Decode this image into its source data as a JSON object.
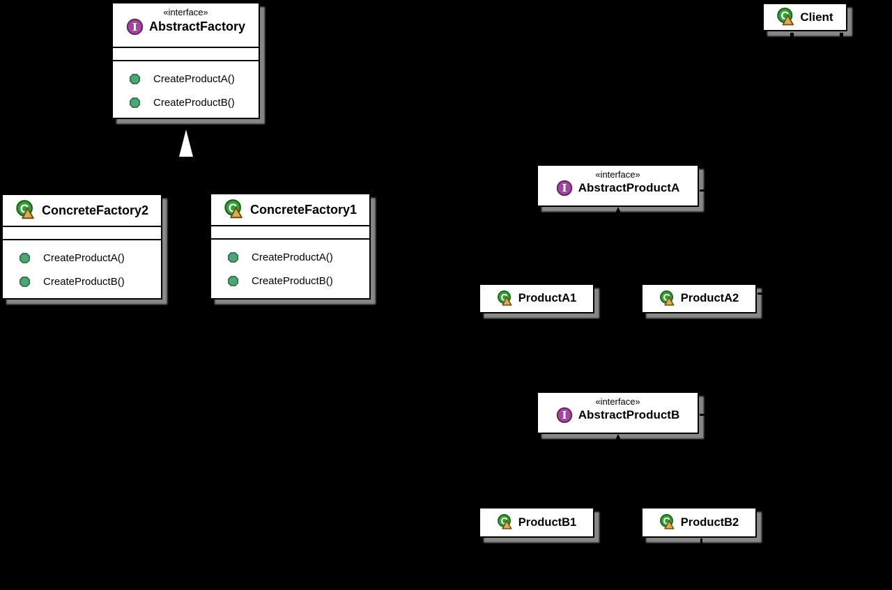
{
  "colors": {
    "canvas_bg": "#000000",
    "box_fill": "#ffffff",
    "box_border": "#000000",
    "box_shadow": "#878787",
    "interface_icon_fill": "#a1479d",
    "interface_icon_border": "#63275f",
    "class_icon_fill": "#35a135",
    "class_icon_border": "#156315",
    "class_icon_badge_fill": "#dcab53",
    "class_icon_badge_border": "#6f4f16",
    "method_icon_fill": "#4da573",
    "method_icon_border": "#1f5f3c",
    "generalization_arrow_fill": "#ffffff"
  },
  "boxes": {
    "abstract_factory": {
      "stereotype": "«interface»",
      "name": "AbstractFactory",
      "methods": [
        "CreateProductA()",
        "CreateProductB()"
      ]
    },
    "concrete_factory2": {
      "name": "ConcreteFactory2",
      "methods": [
        "CreateProductA()",
        "CreateProductB()"
      ]
    },
    "concrete_factory1": {
      "name": "ConcreteFactory1",
      "methods": [
        "CreateProductA()",
        "CreateProductB()"
      ]
    },
    "client": {
      "name": "Client"
    },
    "abstract_product_a": {
      "stereotype": "«interface»",
      "name": "AbstractProductA"
    },
    "product_a1": {
      "name": "ProductA1"
    },
    "product_a2": {
      "name": "ProductA2"
    },
    "abstract_product_b": {
      "stereotype": "«interface»",
      "name": "AbstractProductB"
    },
    "product_b1": {
      "name": "ProductB1"
    },
    "product_b2": {
      "name": "ProductB2"
    }
  }
}
